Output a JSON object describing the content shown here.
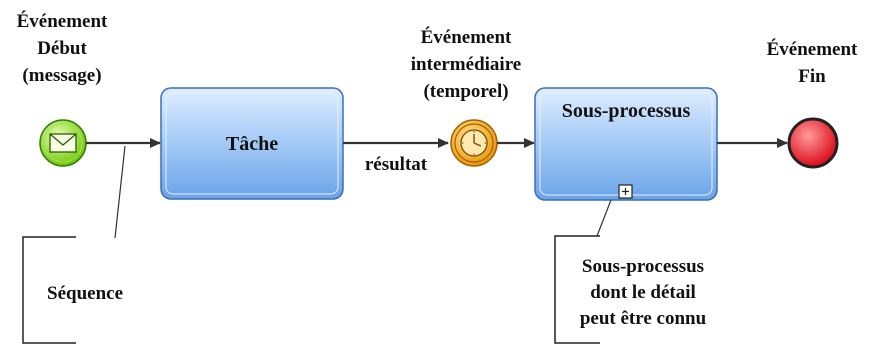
{
  "diagram": {
    "start_event": {
      "label_line1": "Événement",
      "label_line2": "Début",
      "label_line3": "(message)",
      "icon": "envelope-icon",
      "fill": "#7ed321"
    },
    "task": {
      "label": "Tâche",
      "fill": "#9cc3f5"
    },
    "flow_label": "résultat",
    "intermediate_event": {
      "label_line1": "Événement",
      "label_line2": "intermédiaire",
      "label_line3": "(temporel)",
      "icon": "clock-icon",
      "fill": "#f5a623"
    },
    "subprocess": {
      "label": "Sous-processus",
      "marker": "expand-icon",
      "fill": "#9cc3f5"
    },
    "end_event": {
      "label_line1": "Événement",
      "label_line2": "Fin",
      "fill": "#e8232b"
    },
    "annotation_sequence": {
      "text": "Séquence"
    },
    "annotation_subprocess": {
      "line1": "Sous-processus",
      "line2": "dont le détail",
      "line3": "peut être connu"
    }
  }
}
